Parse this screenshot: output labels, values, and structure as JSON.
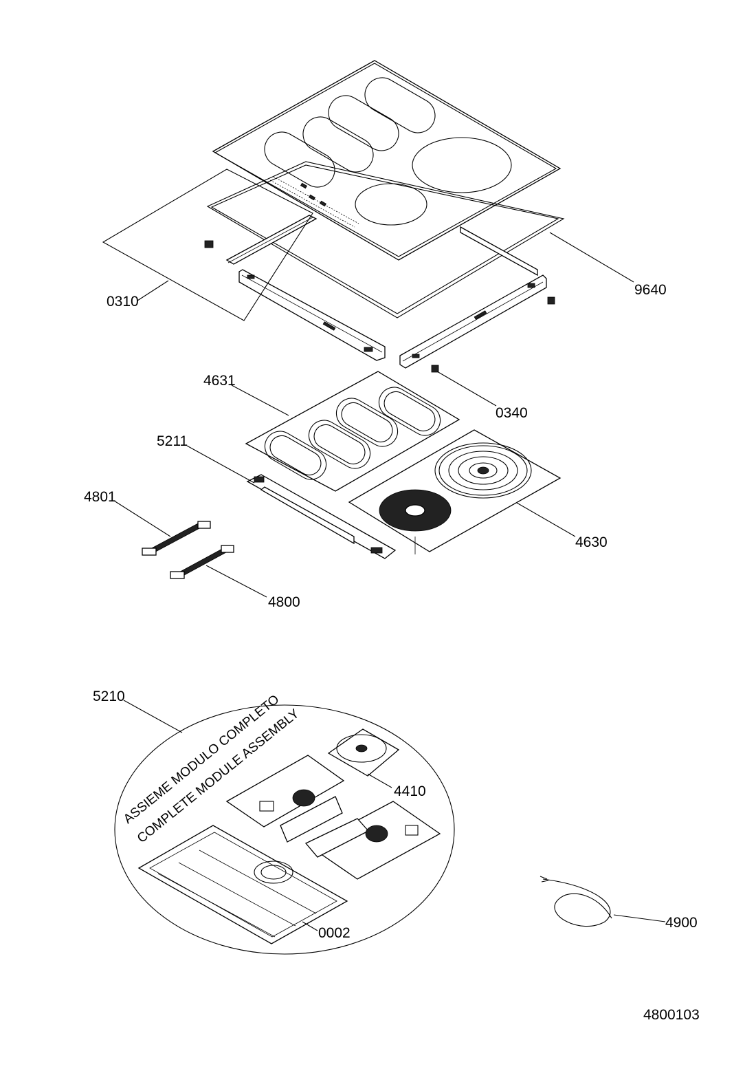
{
  "callouts": {
    "c0310": "0310",
    "c9640": "9640",
    "c4631": "4631",
    "c0340": "0340",
    "c5211": "5211",
    "c4801": "4801",
    "c4630": "4630",
    "c4800": "4800",
    "c5210": "5210",
    "c4410": "4410",
    "c0002": "0002",
    "c4900": "4900"
  },
  "assembly": {
    "title_it": "ASSIEME MODULO COMPLETO",
    "title_en": "COMPLETE MODULE ASSEMBLY"
  },
  "drawing_number": "4800103"
}
